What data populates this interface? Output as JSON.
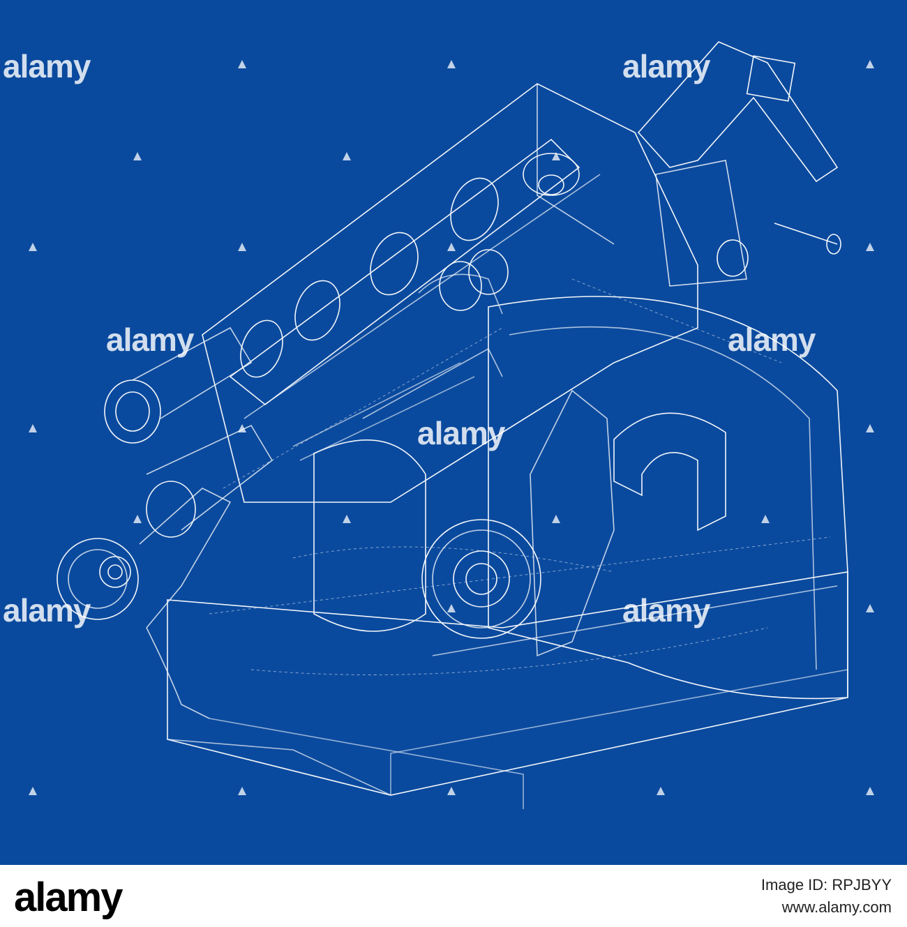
{
  "image": {
    "subject": "wireframe blueprint drawing",
    "background_color": "#0a4a9e",
    "line_color": "#ffffff"
  },
  "watermark": {
    "text": "alamy",
    "color": "#ffffff"
  },
  "footer": {
    "brand": "alamy",
    "image_id_label": "Image ID: RPJBYY",
    "url": "www.alamy.com"
  }
}
